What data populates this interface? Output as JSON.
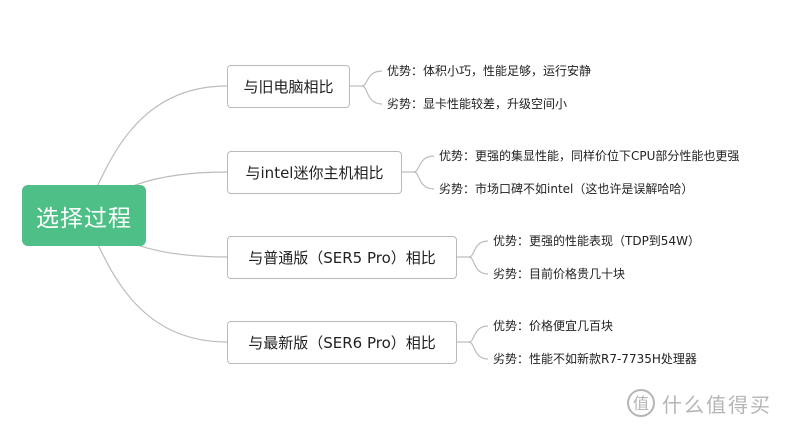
{
  "colors": {
    "root_fill": "#4dbf87",
    "connector": "#bcbcbc",
    "branch_border": "#b9b9b9",
    "watermark": "#b5b5b5"
  },
  "root": {
    "label": "选择过程"
  },
  "branches": [
    {
      "label": "与旧电脑相比",
      "pros": "优势：体积小巧，性能足够，运行安静",
      "cons": "劣势：显卡性能较差，升级空间小"
    },
    {
      "label": "与intel迷你主机相比",
      "pros": "优势：更强的集显性能，同样价位下CPU部分性能也更强",
      "cons": "劣势：市场口碑不如intel（这也许是误解哈哈）"
    },
    {
      "label": "与普通版（SER5 Pro）相比",
      "pros": "优势：更强的性能表现（TDP到54W）",
      "cons": "劣势：目前价格贵几十块"
    },
    {
      "label": "与最新版（SER6 Pro）相比",
      "pros": "优势：价格便宜几百块",
      "cons": "劣势：性能不如新款R7-7735H处理器"
    }
  ],
  "watermark": {
    "text": "什么值得买",
    "icon": "smzdm-logo-icon"
  }
}
